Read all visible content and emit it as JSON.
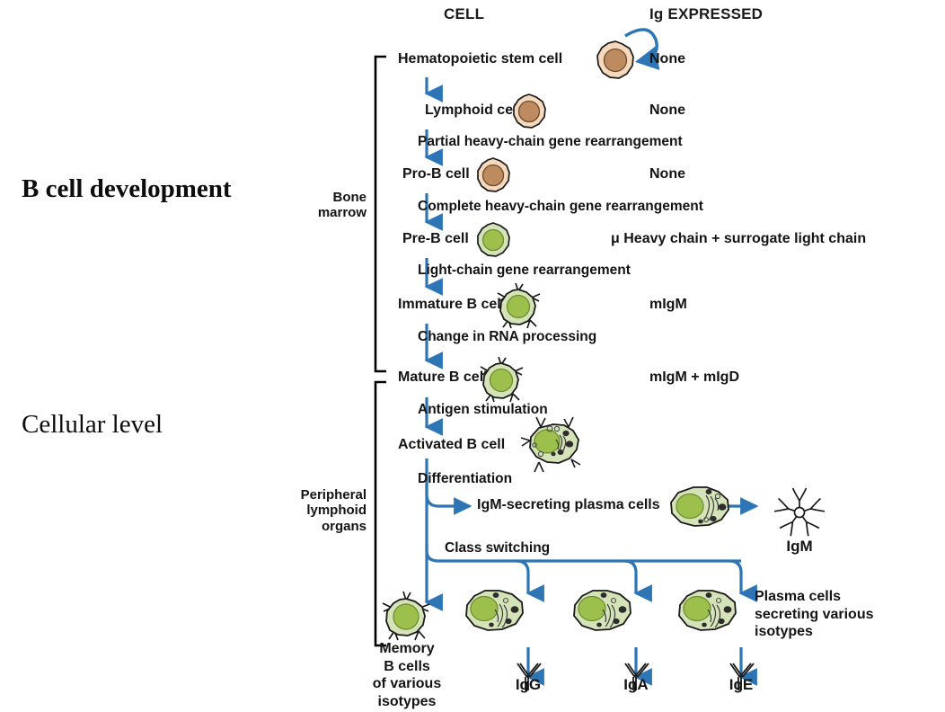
{
  "headers": {
    "cell_column": "CELL",
    "ig_column": "Ig EXPRESSED"
  },
  "titles": {
    "development": "B cell development",
    "cellular_level": "Cellular level"
  },
  "compartments": {
    "bone_marrow_line1": "Bone",
    "bone_marrow_line2": "marrow",
    "peripheral_line1": "Peripheral",
    "peripheral_line2": "lymphoid",
    "peripheral_line3": "organs"
  },
  "stages": [
    {
      "cell": "Hematopoietic stem  cell",
      "ig": "None"
    },
    {
      "cell": "Lymphoid cell",
      "ig": "None"
    },
    {
      "cell": "Pro-B cell",
      "ig": "None"
    },
    {
      "cell": "Pre-B cell",
      "ig": "μ Heavy chain + surrogate light chain"
    },
    {
      "cell": "Immature B cell",
      "ig": "mIgM"
    },
    {
      "cell": "Mature B cell",
      "ig": "mIgM + mIgD"
    },
    {
      "cell": "Activated B cell",
      "ig": ""
    }
  ],
  "transitions": [
    "Partial heavy-chain gene rearrangement",
    "Complete heavy-chain gene rearrangement",
    "Light-chain gene rearrangement",
    "Change in RNA processing",
    "Antigen stimulation",
    "Differentiation",
    "Class switching"
  ],
  "outputs": {
    "igm_plasma": "IgM-secreting plasma cells",
    "igm_label": "IgM",
    "memory_line1": "Memory",
    "memory_line2": "B cells",
    "memory_line3": "of various",
    "memory_line4": "isotypes",
    "plasma_line1": "Plasma cells",
    "plasma_line2": "secreting various",
    "plasma_line3": "isotypes",
    "isotypes": [
      "IgG",
      "IgA",
      "IgE"
    ]
  },
  "colors": {
    "arrow_blue": "#2E75B6",
    "cell_green_outer": "#D5E3B9",
    "cell_green_nucleus": "#9CC04B",
    "cell_tan_outer": "#F6D9BC",
    "cell_tan_nucleus": "#BE8A5F",
    "bracket_black": "#000000",
    "text_black": "#141414"
  }
}
